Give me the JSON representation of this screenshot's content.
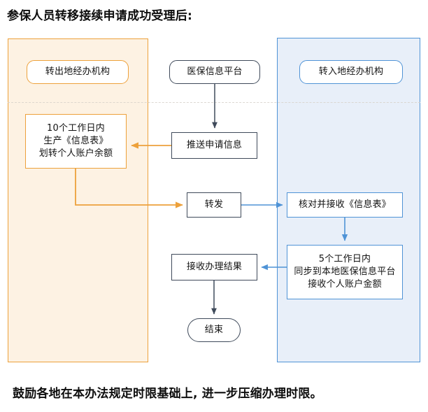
{
  "title": "参保人员转移接续申请成功受理后:",
  "footer": "鼓励各地在本办法规定时限基础上, 进一步压缩办理时限。",
  "colors": {
    "orange_border": "#eda13b",
    "orange_fill": "#fdf2e3",
    "blue_border": "#4f93d6",
    "blue_fill": "#e8eff9",
    "dark_border": "#3f4a5a",
    "text": "#121212"
  },
  "lanes": [
    {
      "id": "lane-left",
      "label": "转出地经办机构",
      "accent": "#eda13b"
    },
    {
      "id": "lane-right",
      "label": "转入地经办机构",
      "accent": "#4f93d6"
    }
  ],
  "nodes": {
    "transfer_out_org": {
      "label": "转出地经办机构",
      "shape": "round",
      "style": "orange"
    },
    "platform": {
      "label": "医保信息平台",
      "shape": "round",
      "style": "dark"
    },
    "transfer_in_org": {
      "label": "转入地经办机构",
      "shape": "round",
      "style": "blue"
    },
    "out_task": {
      "label": "10个工作日内\n生产《信息表》\n划转个人账户余额",
      "shape": "rect",
      "style": "orange"
    },
    "push_request": {
      "label": "推送申请信息",
      "shape": "rect",
      "style": "dark"
    },
    "forward": {
      "label": "转发",
      "shape": "rect",
      "style": "dark"
    },
    "verify_receive": {
      "label": "核对并接收《信息表》",
      "shape": "rect",
      "style": "blue"
    },
    "in_task": {
      "label": "5个工作日内\n同步到本地医保信息平台\n接收个人账户金额",
      "shape": "rect",
      "style": "blue"
    },
    "receive_result": {
      "label": "接收办理结果",
      "shape": "rect",
      "style": "dark"
    },
    "end": {
      "label": "结束",
      "shape": "pill",
      "style": "dark"
    }
  },
  "edges": [
    {
      "from": "platform",
      "to": "push_request",
      "color": "#3f4a5a"
    },
    {
      "from": "push_request",
      "to": "out_task",
      "color": "#eda13b"
    },
    {
      "from": "out_task",
      "to": "forward",
      "color": "#eda13b"
    },
    {
      "from": "forward",
      "to": "verify_receive",
      "color": "#4f93d6"
    },
    {
      "from": "verify_receive",
      "to": "in_task",
      "color": "#4f93d6"
    },
    {
      "from": "in_task",
      "to": "receive_result",
      "color": "#4f93d6"
    },
    {
      "from": "receive_result",
      "to": "end",
      "color": "#3f4a5a"
    }
  ]
}
